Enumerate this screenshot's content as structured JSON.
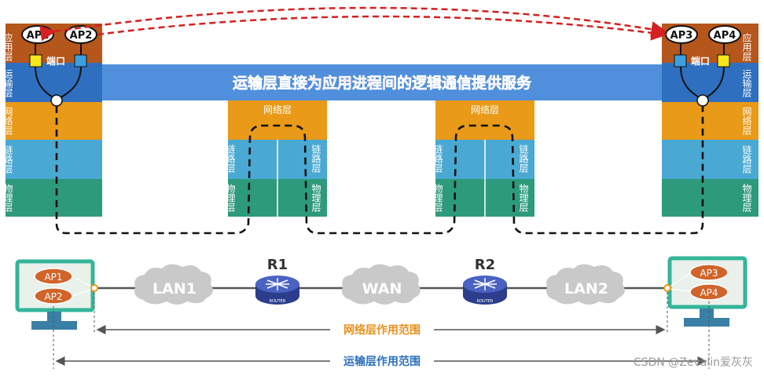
{
  "colors": {
    "app": "#b5561c",
    "transport": "#2f6fbf",
    "network": "#e89a18",
    "link": "#4aa9d3",
    "physical": "#2e9a7c",
    "banner": "#4f8fdc",
    "banner_text": "#d4145a",
    "dashed": "#111111",
    "red_dashed": "#d42020",
    "cloud": "#c9c9c9",
    "router": "#3a4fa8",
    "monitor": "#35b59a",
    "monitor_screen": "#e9f1ea",
    "ap_fill": "#d1642a",
    "scope_net_text": "#e8901a",
    "scope_trans_text": "#2a6fbd"
  },
  "layers": {
    "app": "应用层",
    "transport": "运输层",
    "network": "网络层",
    "link": "链路层",
    "physical": "物理层"
  },
  "top": {
    "banner_text": "运输层直接为应用进程间的逻辑通信提供服务",
    "port_label_left": "端口",
    "port_label_right": "端口",
    "apps_left": [
      "AP1",
      "AP2"
    ],
    "apps_right": [
      "AP3",
      "AP4"
    ],
    "router1_network": "网络层",
    "router2_network": "网络层"
  },
  "bottom": {
    "host_left_apps": [
      "AP1",
      "AP2"
    ],
    "host_right_apps": [
      "AP3",
      "AP4"
    ],
    "lan1": "LAN1",
    "wan": "WAN",
    "lan2": "LAN2",
    "r1": "R1",
    "r2": "R2",
    "router_caption": "ROUTER",
    "network_scope": "网络层作用范围",
    "transport_scope": "运输层作用范围"
  },
  "watermark": "CSDN @Zevalin爱灰灰"
}
